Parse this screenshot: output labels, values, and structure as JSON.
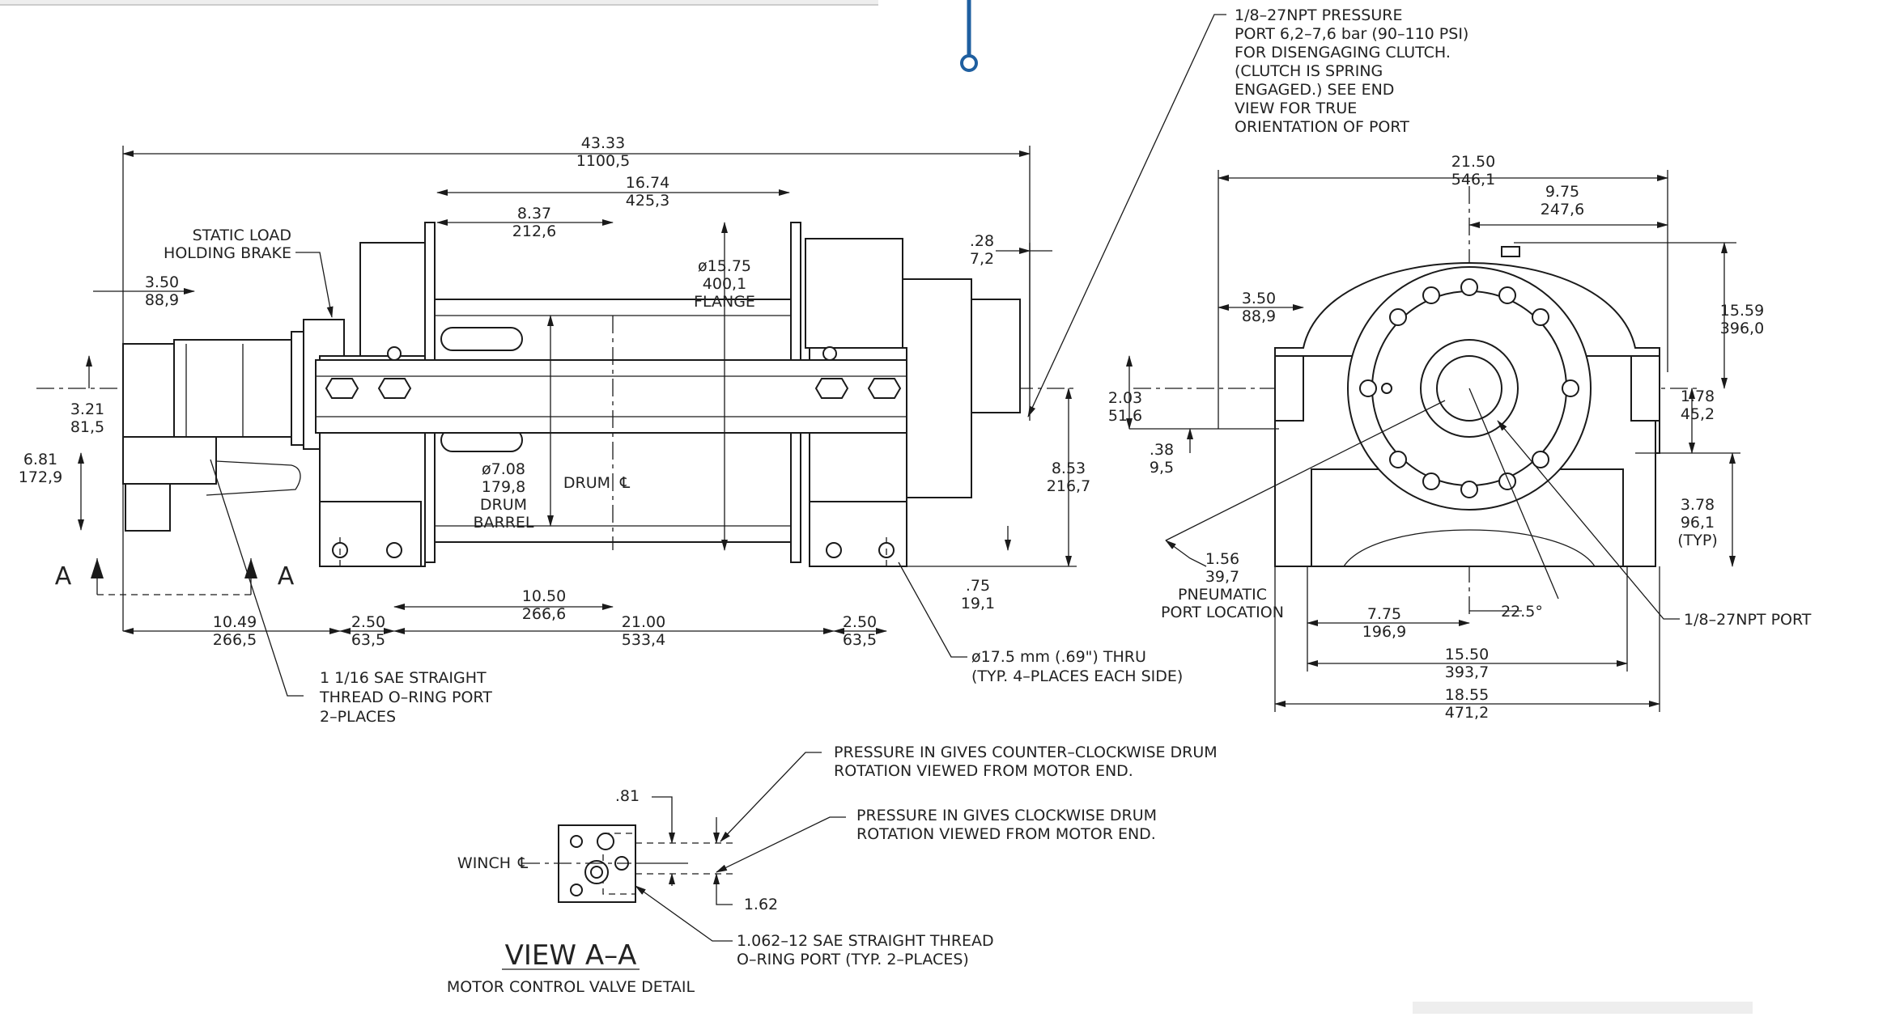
{
  "colors": {
    "accent": "#1f5fa0",
    "ink": "#1a1a1a",
    "paper": "#ffffff"
  },
  "side_view": {
    "overall": [
      "43.33",
      "1100,5"
    ],
    "frame_span": [
      "16.74",
      "425,3"
    ],
    "drum_half": [
      "8.37",
      "212,6"
    ],
    "flange_dia": [
      "ø15.75",
      "400,1",
      "FLANGE"
    ],
    "end_offset": [
      ".28",
      "7,2"
    ],
    "motor_len": [
      "3.50",
      "88,9"
    ],
    "motor_height": [
      "3.21",
      "81,5"
    ],
    "port_height": [
      "6.81",
      "172,9"
    ],
    "barrel": [
      "ø7.08",
      "179,8",
      "DRUM",
      "BARREL"
    ],
    "drum_cl": "DRUM",
    "height_to_base": [
      "8.53",
      "216,7"
    ],
    "base_thk": [
      ".75",
      "19,1"
    ],
    "left_to_mount": [
      "10.49",
      "266,5"
    ],
    "mount_left": [
      "2.50",
      "63,5"
    ],
    "drum_to_mount": [
      "10.50",
      "266,6"
    ],
    "mount_span": [
      "21.00",
      "533,4"
    ],
    "mount_right": [
      "2.50",
      "63,5"
    ],
    "static_brake": [
      "STATIC LOAD",
      "HOLDING BRAKE"
    ],
    "section_label": "A",
    "sae_port_note": [
      "1 1/16 SAE STRAIGHT",
      "THREAD O–RING PORT",
      "2–PLACES"
    ],
    "hole_note": [
      "ø17.5 mm (.69\") THRU",
      "(TYP. 4–PLACES EACH SIDE)"
    ],
    "pressure_note": [
      "1/8–27NPT PRESSURE",
      "PORT 6,2–7,6 bar (90–110 PSI)",
      "FOR DISENGAGING CLUTCH.",
      "(CLUTCH IS SPRING",
      "ENGAGED.) SEE END",
      "VIEW FOR TRUE",
      "ORIENTATION OF PORT"
    ]
  },
  "end_view": {
    "overall_w": [
      "21.50",
      "546,1"
    ],
    "half_w": [
      "9.75",
      "247,6"
    ],
    "top_h": [
      "15.59",
      "396,0"
    ],
    "left_off": [
      "3.50",
      "88,9"
    ],
    "center_h_left": [
      "2.03",
      "51,6"
    ],
    "small_off": [
      ".38",
      "9,5"
    ],
    "center_h_right": [
      "1.78",
      "45,2"
    ],
    "right_typ": [
      "3.78",
      "96,1",
      "(TYP)"
    ],
    "pneumatic": [
      "1.56",
      "39,7",
      "PNEUMATIC",
      "PORT LOCATION"
    ],
    "angle": "22.5°",
    "npt_port": "1/8–27NPT PORT",
    "base_a": [
      "7.75",
      "196,9"
    ],
    "base_b": [
      "15.50",
      "393,7"
    ],
    "base_c": [
      "18.55",
      "471,2"
    ]
  },
  "valve_detail": {
    "offset_a": ".81",
    "offset_b": "1.62",
    "winch_label": "WINCH",
    "ccw_note": [
      "PRESSURE IN GIVES COUNTER–CLOCKWISE DRUM",
      "ROTATION VIEWED FROM MOTOR END."
    ],
    "cw_note": [
      "PRESSURE IN GIVES CLOCKWISE DRUM",
      "ROTATION VIEWED FROM MOTOR END."
    ],
    "port_note": [
      "1.062–12 SAE STRAIGHT THREAD",
      "O–RING PORT (TYP. 2–PLACES)"
    ],
    "title": "VIEW A–A",
    "subtitle": "MOTOR CONTROL VALVE DETAIL"
  }
}
